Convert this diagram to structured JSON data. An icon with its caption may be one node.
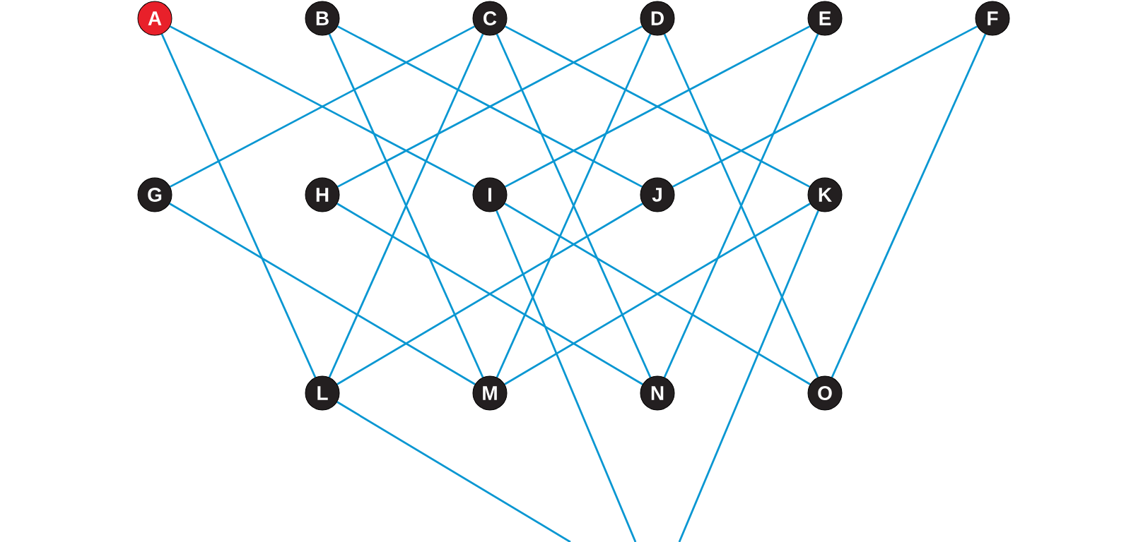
{
  "diagram": {
    "nodes": [
      {
        "text": [
          "A"
        ]
      },
      {
        "text": [
          "B"
        ]
      },
      {
        "text": [
          "C"
        ]
      },
      {
        "text": [
          "D"
        ]
      },
      {
        "text": [
          "E"
        ]
      },
      {
        "text": [
          "F"
        ]
      },
      {
        "text": [
          "G"
        ]
      },
      {
        "text": [
          "H"
        ]
      },
      {
        "text": [
          "I"
        ]
      },
      {
        "text": [
          "J"
        ]
      },
      {
        "text": [
          "K"
        ]
      },
      {
        "text": [
          "L"
        ]
      },
      {
        "text": [
          "M"
        ]
      },
      {
        "text": [
          "N"
        ]
      },
      {
        "text": [
          "O"
        ]
      }
    ],
    "edges": [
      {
        "from": 0,
        "to": 11,
        "arrow": "none"
      },
      {
        "from": 0,
        "to": 8,
        "arrow": "none"
      },
      {
        "from": 1,
        "to": 12,
        "arrow": "none"
      },
      {
        "from": 1,
        "to": 9,
        "arrow": "none"
      },
      {
        "from": 2,
        "to": 6,
        "arrow": "none"
      },
      {
        "from": 2,
        "to": 11,
        "arrow": "none"
      },
      {
        "from": 2,
        "to": 13,
        "arrow": "none"
      },
      {
        "from": 2,
        "to": 10,
        "arrow": "none"
      },
      {
        "from": 3,
        "to": 7,
        "arrow": "none"
      },
      {
        "from": 3,
        "to": 12,
        "arrow": "none"
      },
      {
        "from": 3,
        "to": 14,
        "arrow": "none"
      },
      {
        "from": 4,
        "to": 8,
        "arrow": "none"
      },
      {
        "from": 4,
        "to": 13,
        "arrow": "none"
      },
      {
        "from": 5,
        "to": 9,
        "arrow": "none"
      },
      {
        "from": 5,
        "to": 14,
        "arrow": "none"
      },
      {
        "from": 6,
        "to": 12,
        "arrow": "none"
      },
      {
        "from": 7,
        "to": 13,
        "arrow": "none"
      },
      {
        "from": 8,
        "to": 14,
        "arrow": "none"
      },
      {
        "from": 8,
        "to": null,
        "arrow": "none"
      },
      {
        "from": 9,
        "to": 11,
        "arrow": "none"
      },
      {
        "from": 10,
        "to": 12,
        "arrow": "none"
      },
      {
        "from": 10,
        "to": null,
        "arrow": "none"
      },
      {
        "from": 11,
        "to": null,
        "arrow": "none"
      }
    ]
  }
}
